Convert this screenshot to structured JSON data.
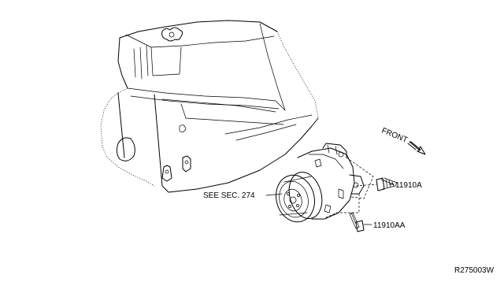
{
  "labels": {
    "see_sec": "SEE SEC. 274",
    "part_a": "11910A",
    "part_aa": "11910AA",
    "front": "FRONT",
    "diagram_code": "R275003W"
  },
  "colors": {
    "ink": "#000000",
    "background": "#ffffff"
  }
}
